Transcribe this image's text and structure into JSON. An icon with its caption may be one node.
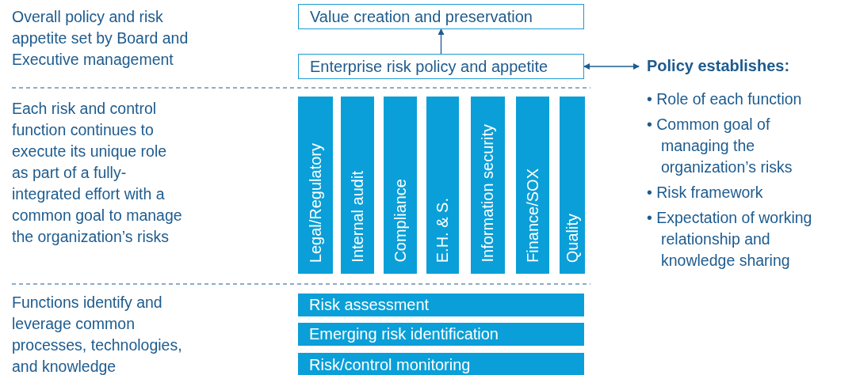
{
  "diagram": {
    "nodes": [
      {
        "text": [
          "Value creation and preservation"
        ]
      },
      {
        "text": [
          "Enterprise risk policy and appetite"
        ]
      },
      {
        "text": [
          "Policy establishes:"
        ]
      },
      {
        "text": [
          "Legal/Regulatory"
        ]
      },
      {
        "text": [
          "Internal audit"
        ]
      },
      {
        "text": [
          "Compliance"
        ]
      },
      {
        "text": [
          "E.H. & S."
        ]
      },
      {
        "text": [
          "Information security"
        ]
      },
      {
        "text": [
          "Finance/SOX"
        ]
      },
      {
        "text": [
          "Quality"
        ]
      },
      {
        "text": [
          "Risk assessment"
        ]
      },
      {
        "text": [
          "Emerging risk identification"
        ]
      },
      {
        "text": [
          "Risk/control monitoring"
        ]
      }
    ],
    "edges": [
      {
        "from": 1,
        "to": 0,
        "arrow": "to"
      },
      {
        "from": 1,
        "to": 2,
        "arrow": "both"
      }
    ],
    "labels": [
      "Overall policy and risk appetite set by Board and Executive management",
      "Each risk and control function continues to execute its unique role as part of a fully-integrated effort with a common goal to manage the organization’s risks",
      "Functions identify and leverage common processes, technologies, and knowledge",
      "• Role of each function",
      "• Common goal of managing the organization’s risks",
      "• Risk framework",
      "• Expectation of working relationship and knowledge sharing"
    ]
  }
}
